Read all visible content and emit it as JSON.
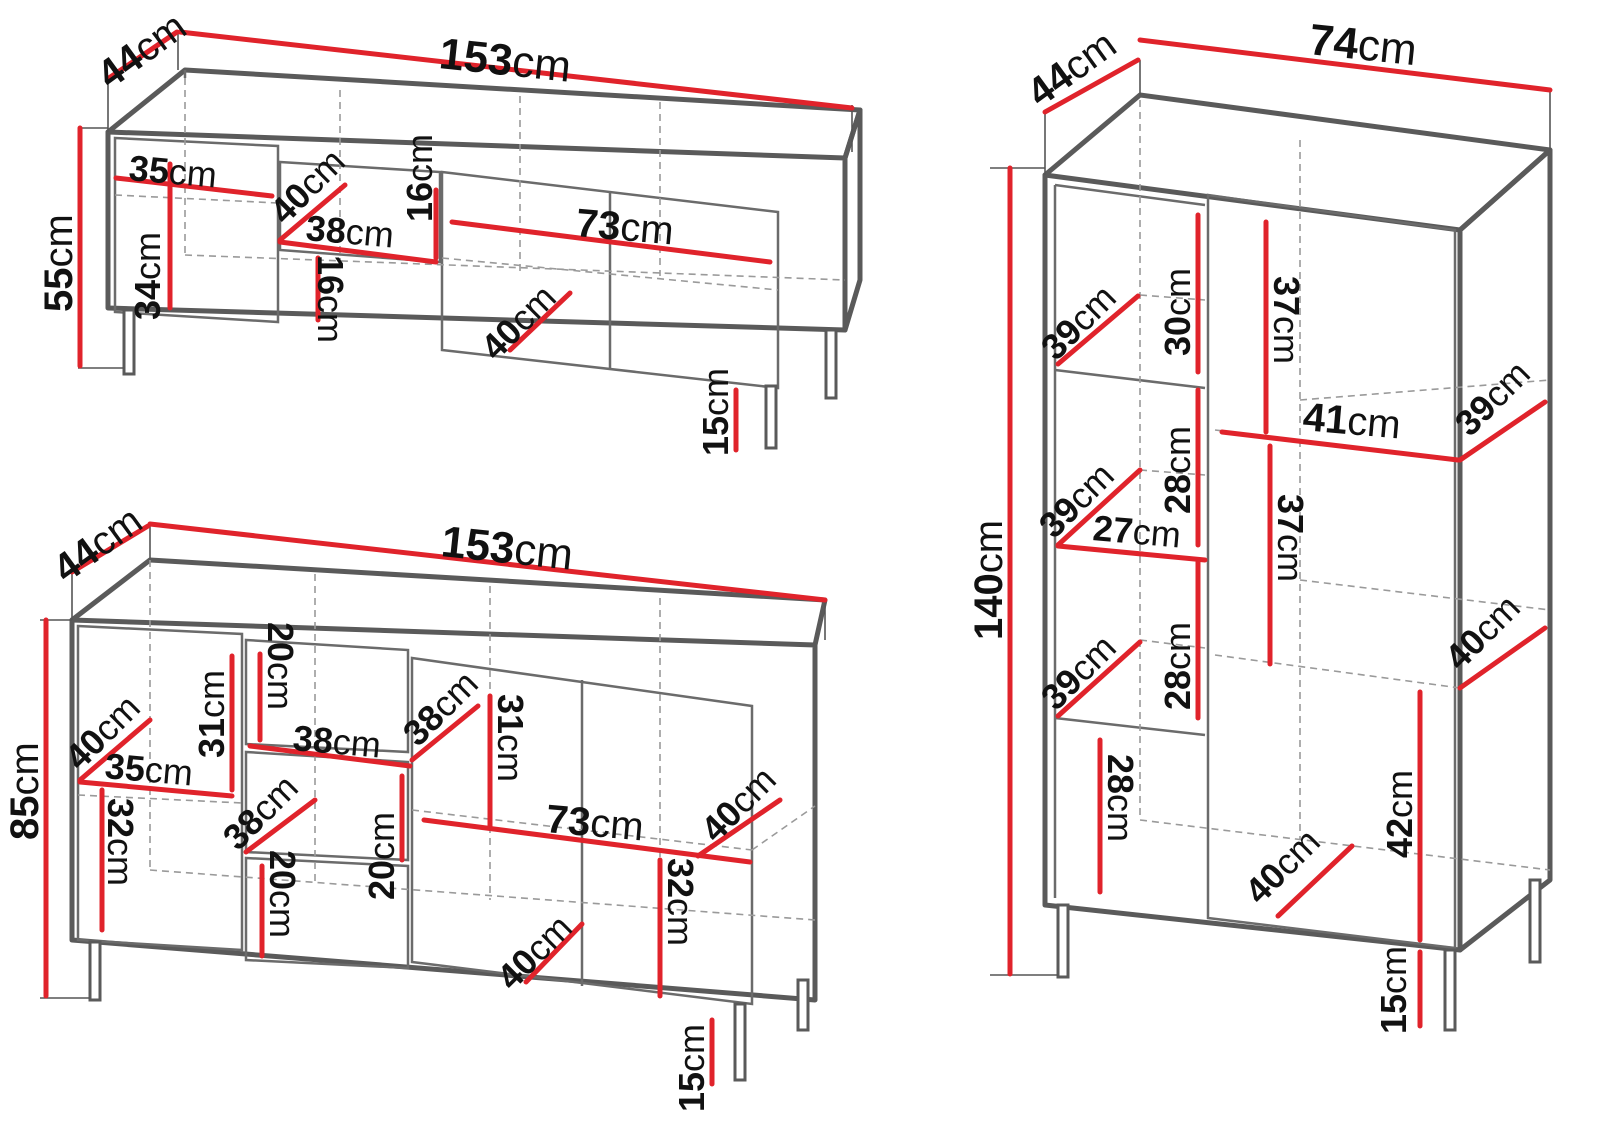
{
  "figure": {
    "unit": "cm",
    "units": [
      "lowboard",
      "sideboard",
      "highboard"
    ]
  },
  "lowboard": {
    "depth": "44",
    "width": "153",
    "height": "55",
    "left_shelf_width": "35",
    "left_shelf_height": "34",
    "mid_depth": "40",
    "mid_width": "38",
    "drawer_height_top": "16",
    "drawer_height_bottom": "16",
    "right_width": "73",
    "right_depth": "40",
    "leg_height": "15"
  },
  "sideboard": {
    "depth": "44",
    "width": "153",
    "height": "85",
    "left_depth": "40",
    "left_width": "35",
    "left_upper_height": "31",
    "left_lower_height": "32",
    "drawer1_height": "20",
    "drawer_width": "38",
    "drawer_depth_right": "38",
    "drawer_depth_left": "38",
    "drawer2_height": "20",
    "drawer3_height": "20",
    "right_upper_height": "31",
    "right_width": "73",
    "right_depth_top": "40",
    "right_depth_bottom": "40",
    "right_lower_height": "32",
    "leg_height": "15"
  },
  "highboard": {
    "depth": "44",
    "width": "74",
    "height": "140",
    "shelf1_depth": "39",
    "shelf1_height": "30",
    "shelf2_depth": "39",
    "shelf2_width": "27",
    "shelf2_height": "28",
    "shelf3_depth": "39",
    "shelf3_height": "28",
    "bottom_height": "28",
    "right_upper_height": "37",
    "right_width": "41",
    "right_depth": "39",
    "right_mid_height": "37",
    "right_lower_depth": "40",
    "right_lower_height": "42",
    "bottom_depth": "40",
    "leg_height": "15"
  }
}
